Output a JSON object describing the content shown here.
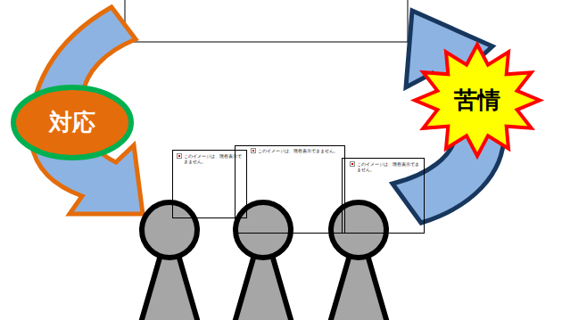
{
  "diagram": {
    "nodes": [
      {
        "text": [
          "対応"
        ]
      },
      {
        "text": [
          "苦情"
        ]
      },
      {
        "text": [
          "このイメージは、現在表示できません。"
        ]
      },
      {
        "text": [
          "このイメージは、現在表示できません。"
        ]
      },
      {
        "text": [
          "このイメージは、現在表示できません。"
        ]
      }
    ]
  }
}
